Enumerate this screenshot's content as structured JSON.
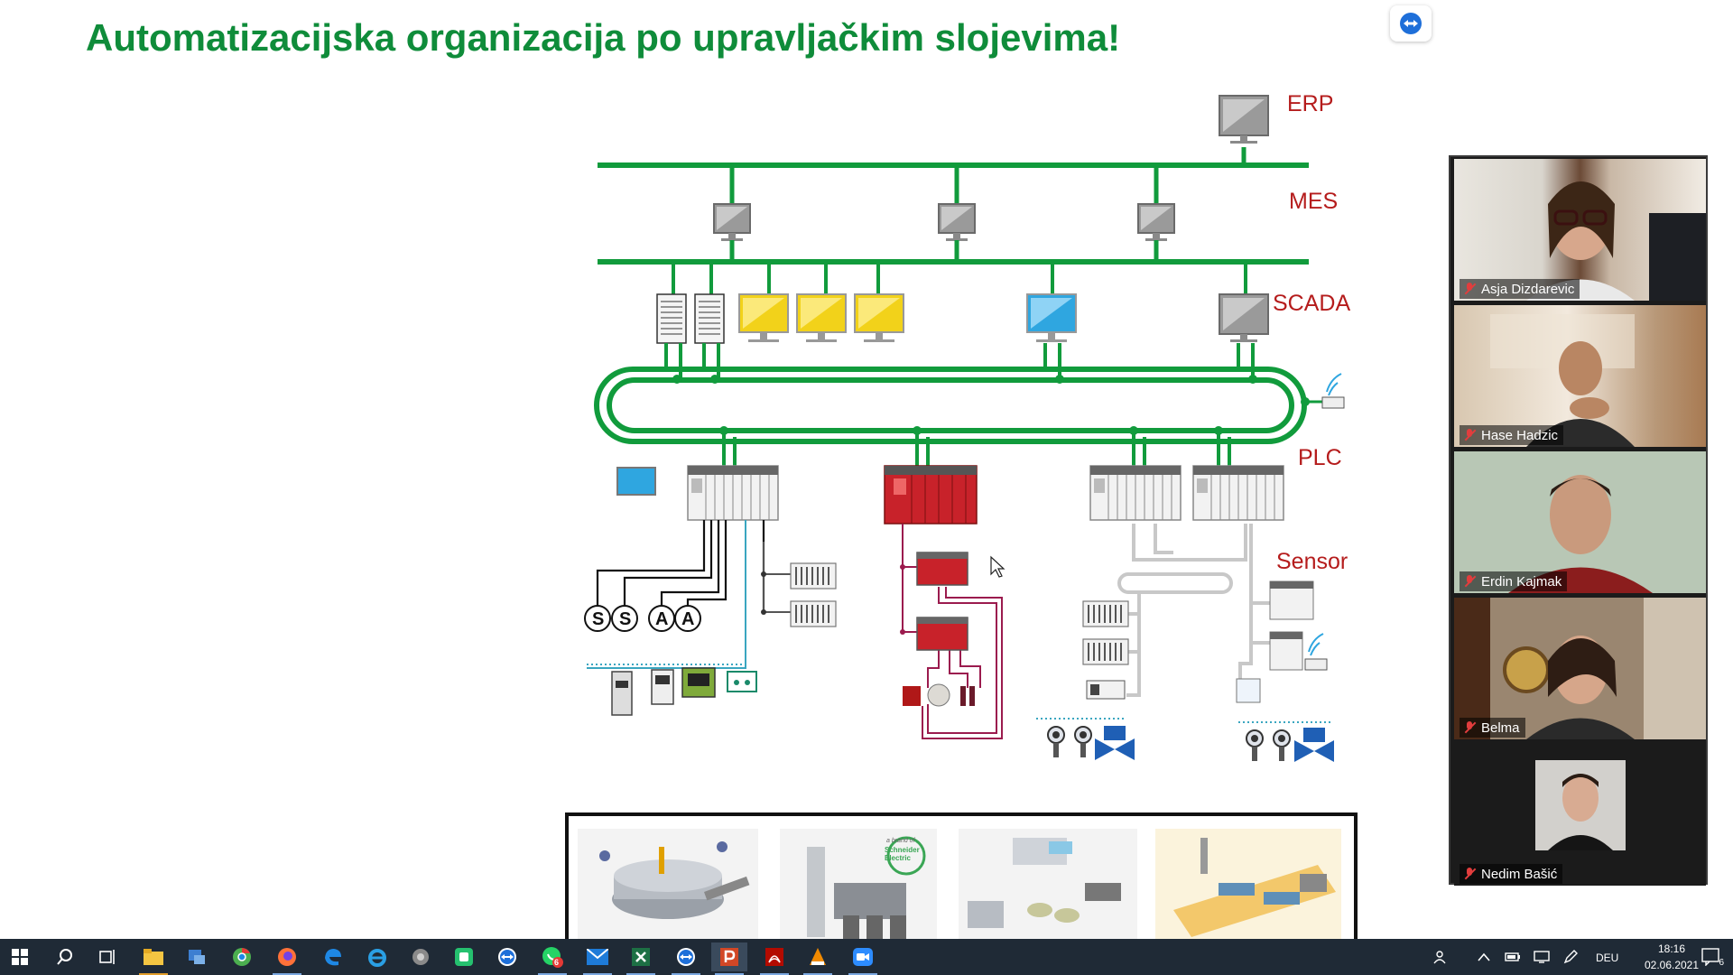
{
  "slide": {
    "title": "Automatizacijska organizacija po upravljačkim slojevima!",
    "layers": {
      "erp": "ERP",
      "mes": "MES",
      "scada": "SCADA",
      "plc": "PLC",
      "sensor": "Sensor"
    },
    "sensor_letters": [
      "S",
      "S",
      "A",
      "A"
    ],
    "thumb_brand": "Schneider Electric",
    "thumb_brand_prefix": "a brand of",
    "colors": {
      "title": "#0f8c3a",
      "bus": "#119b3c",
      "layer_label": "#b51c1c",
      "plc_red": "#c8222a",
      "screen_yellow": "#f2d21a",
      "screen_blue": "#2fa6e0"
    }
  },
  "participants": [
    {
      "name": "Asja Dizdarevic",
      "muted": true
    },
    {
      "name": "Hase Hadzic",
      "muted": true
    },
    {
      "name": "Erdin Kajmak",
      "muted": true
    },
    {
      "name": "Belma",
      "muted": true
    },
    {
      "name": "Nedim Bašić",
      "muted": true
    }
  ],
  "taskbar": {
    "icons": [
      "windows-start-icon",
      "search-icon",
      "task-view-icon",
      "file-explorer-icon",
      "network-app-icon",
      "chrome-icon",
      "firefox-icon",
      "edge-icon",
      "internet-explorer-icon",
      "settings-app-icon",
      "green-app-icon",
      "teamviewer-icon",
      "whatsapp-icon",
      "mail-icon",
      "excel-icon",
      "teamviewer2-icon",
      "powerpoint-icon",
      "acrobat-icon",
      "vlc-icon",
      "zoom-icon"
    ],
    "whatsapp_badge": "6",
    "language": "DEU",
    "time": "18:16",
    "date": "02.06.2021",
    "notification_count": "6"
  }
}
